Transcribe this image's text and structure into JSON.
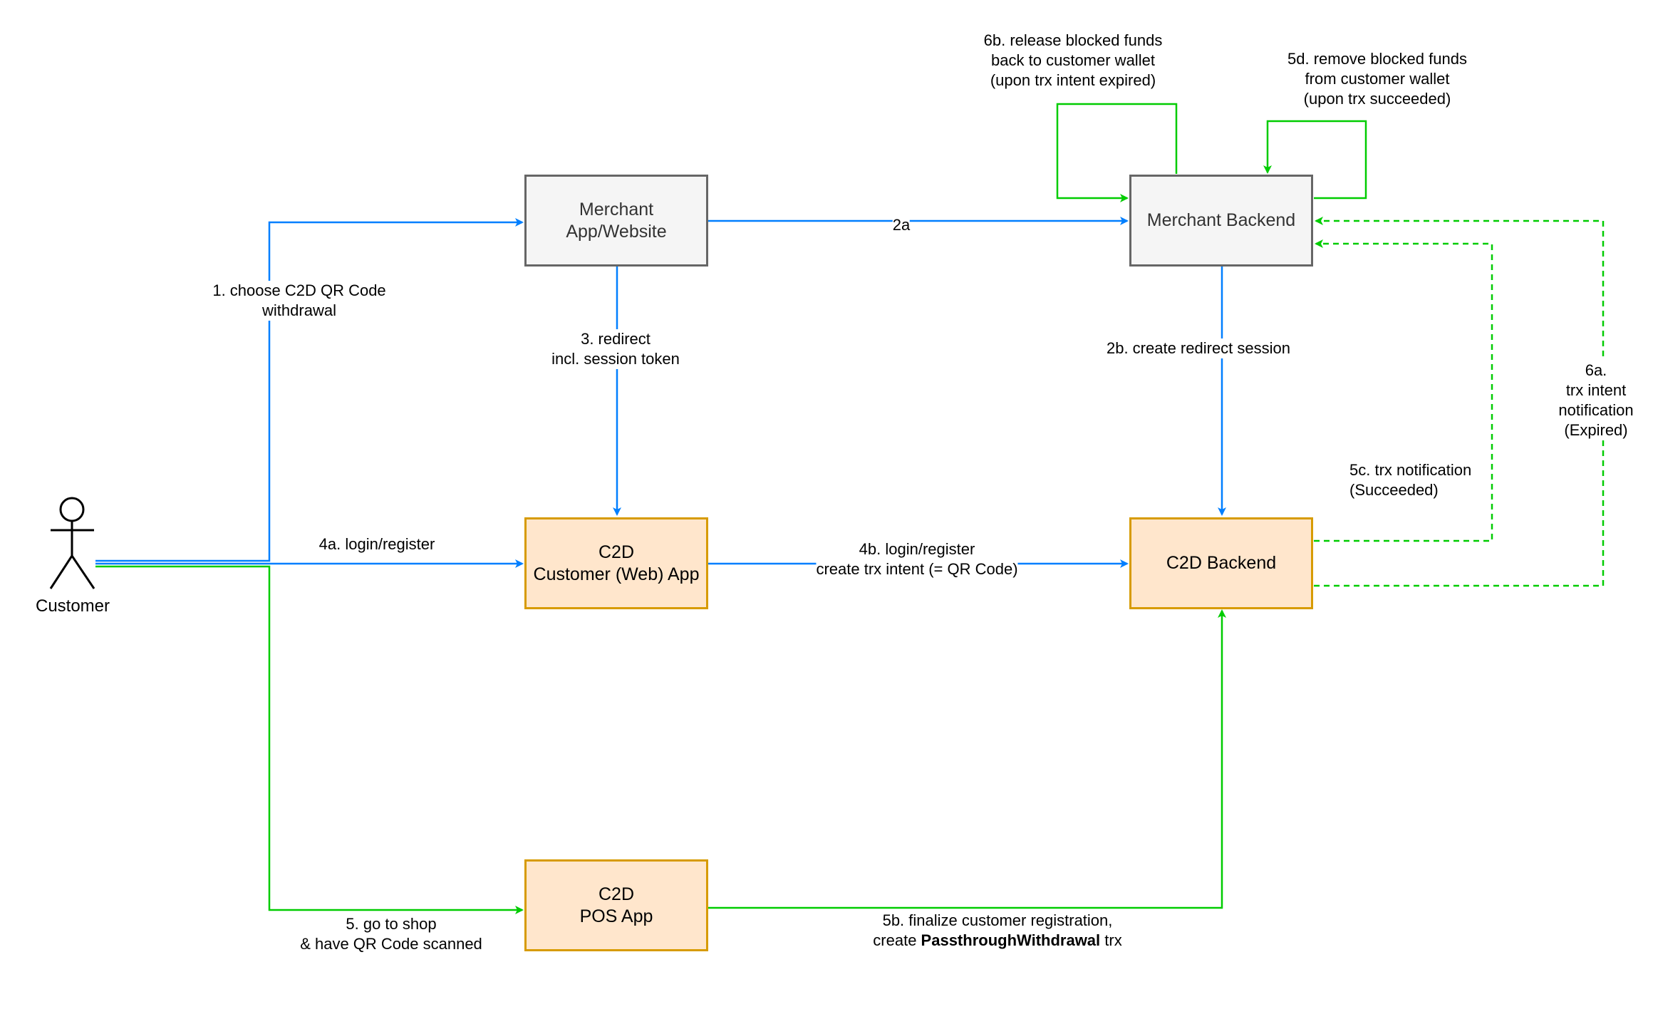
{
  "nodes": {
    "merchant_app": [
      "Merchant",
      "App/Website"
    ],
    "merchant_backend": [
      "Merchant Backend"
    ],
    "c2d_app": [
      "C2D",
      "Customer (Web) App"
    ],
    "c2d_backend": [
      "C2D Backend"
    ],
    "c2d_pos": [
      "C2D",
      "POS App"
    ]
  },
  "actor": {
    "label": "Customer"
  },
  "edges": {
    "e1": [
      "1. choose C2D QR Code",
      "withdrawal"
    ],
    "e2a": [
      "2a"
    ],
    "e2b": [
      "2b. create redirect session"
    ],
    "e3": [
      "3. redirect",
      "incl. session token"
    ],
    "e4a": [
      "4a. login/register"
    ],
    "e4b": [
      "4b. login/register",
      "create trx intent (= QR Code)"
    ],
    "e5": [
      "5. go to shop",
      "& have QR Code scanned"
    ],
    "e5b": {
      "line1": "5b. finalize customer registration,",
      "line2_prefix": "create ",
      "line2_bold": "PassthroughWithdrawal",
      "line2_suffix": " trx"
    },
    "e5c": [
      "5c. trx notification",
      "(Succeeded)"
    ],
    "e5d": [
      "5d. remove blocked funds",
      "from customer wallet",
      "(upon trx succeeded)"
    ],
    "e6a": [
      "6a.",
      "trx intent",
      "notification",
      "(Expired)"
    ],
    "e6b": [
      "6b. release blocked funds",
      "back to customer wallet",
      "(upon trx intent expired)"
    ]
  },
  "colors": {
    "blue": "#007fff",
    "green": "#00cc00",
    "gray_fill": "#f5f5f5",
    "gray_stroke": "#666666",
    "orange_fill": "#ffe6cc",
    "orange_stroke": "#d79b00"
  }
}
